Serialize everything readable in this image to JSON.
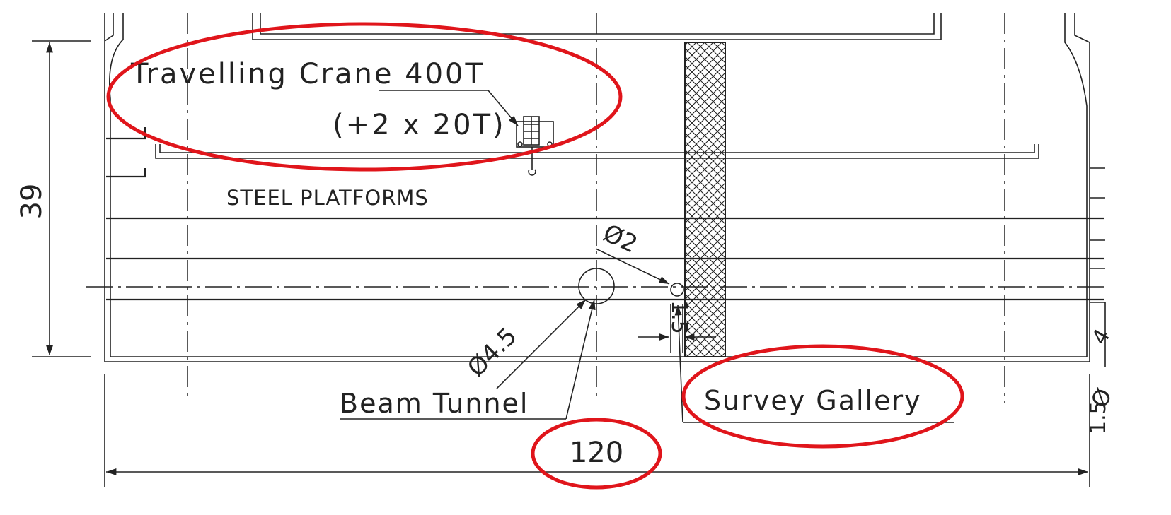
{
  "labels": {
    "crane_title": "Travelling Crane 400T",
    "crane_sub": "(+2 x 20T)",
    "platforms": "STEEL PLATFORMS",
    "beam_tunnel": "Beam Tunnel",
    "survey_gallery": "Survey Gallery"
  },
  "dimensions": {
    "height": "39",
    "width": "120",
    "small_pipe": "Ø2",
    "big_pipe": "Ø4.5",
    "gallery_gap": "1.5",
    "right_edge_partial": "Ø",
    "right_edge_partial_2": "4",
    "right_edge_partial_3": "1.5"
  },
  "colors": {
    "line": "#222222",
    "highlight": "#e0151b",
    "background": "#ffffff"
  }
}
